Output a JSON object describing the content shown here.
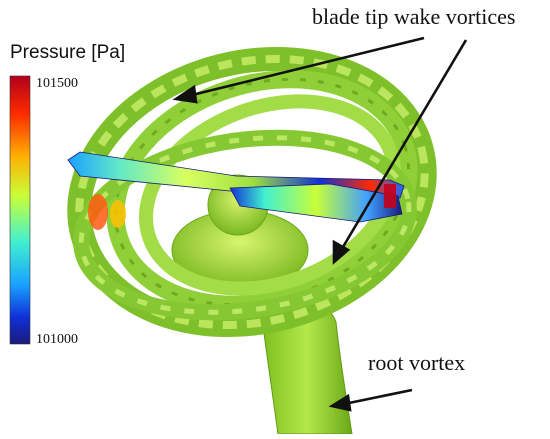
{
  "legend": {
    "title": "Pressure [Pa]",
    "max_label": "101500",
    "min_label": "101000",
    "colors": [
      "#b0001a",
      "#ff2a00",
      "#ffb000",
      "#c8ff3a",
      "#40f0d0",
      "#1aa0ff",
      "#1030d8",
      "#1a1a7a"
    ]
  },
  "annotations": {
    "wake_label": "blade tip wake vortices",
    "root_label": "root vortex"
  },
  "colors": {
    "vortex_green": "#9ad63a",
    "vortex_dark": "#5e9a16",
    "vortex_light": "#c9ee6a"
  }
}
